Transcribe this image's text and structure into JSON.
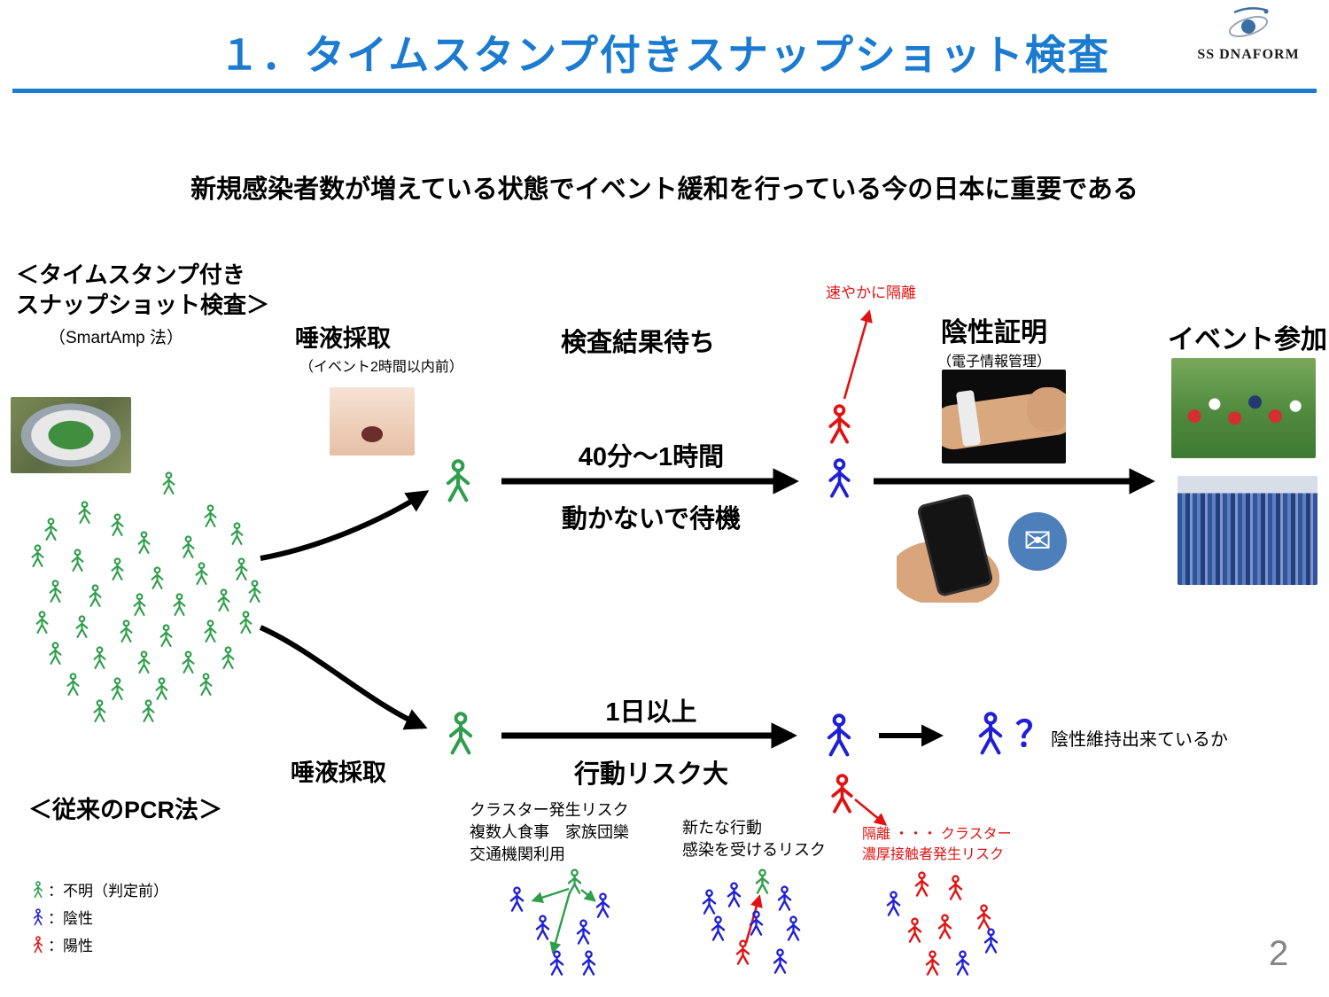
{
  "header": {
    "title": "１．タイムスタンプ付きスナップショット検査",
    "logo_text": "SS DNAFORM"
  },
  "headline": "新規感染者数が増えている状態でイベント緩和を行っている今の日本に重要である",
  "smartamp": {
    "title_line1": "＜タイムスタンプ付き",
    "title_line2": "スナップショット検査＞",
    "subtitle": "（SmartAmp 法）"
  },
  "pcr": {
    "title": "＜従来のPCR法＞"
  },
  "top_flow": {
    "saliva_label": "唾液採取",
    "saliva_note": "（イベント2時間以内前）",
    "result_wait_label": "検査結果待ち",
    "wait_time": "40分～1時間",
    "wait_action": "動かないで待機",
    "isolate_label": "速やかに隔離",
    "negative_cert_label": "陰性証明",
    "negative_cert_note": "（電子情報管理）",
    "event_label": "イベント参加"
  },
  "bottom_flow": {
    "saliva_label": "唾液採取",
    "duration": "1日以上",
    "risk_label": "行動リスク大",
    "question_mark": "？",
    "maintain_label": "陰性維持出来ているか",
    "isolate_note": "隔離 ・・・ クラスター\n濃厚接触者発生リスク",
    "cluster_risk_note": "クラスター発生リスク\n複数人食事　家族団欒\n交通機関利用",
    "new_action_note": "新たな行動\n感染を受けるリスク"
  },
  "legend": {
    "items": [
      {
        "color": "green",
        "label": "：不明（判定前）"
      },
      {
        "color": "blue",
        "label": "：陰性"
      },
      {
        "color": "red",
        "label": "：陽性"
      }
    ]
  },
  "page_number": "2",
  "colors": {
    "accent_blue": "#1a7bd0",
    "green": "#2f9e4c",
    "blue": "#1f1fd6",
    "red": "#e01212"
  },
  "figures": {
    "groups": [
      {
        "name": "crowd",
        "color": "green",
        "size": 27,
        "points": [
          [
            190,
            545
          ],
          [
            95,
            578
          ],
          [
            132,
            592
          ],
          [
            57,
            597
          ],
          [
            237,
            582
          ],
          [
            162,
            612
          ],
          [
            212,
            617
          ],
          [
            267,
            602
          ],
          [
            42,
            627
          ],
          [
            87,
            632
          ],
          [
            132,
            642
          ],
          [
            177,
            652
          ],
          [
            227,
            647
          ],
          [
            272,
            642
          ],
          [
            62,
            667
          ],
          [
            107,
            672
          ],
          [
            157,
            682
          ],
          [
            202,
            682
          ],
          [
            252,
            677
          ],
          [
            287,
            667
          ],
          [
            47,
            702
          ],
          [
            92,
            707
          ],
          [
            142,
            712
          ],
          [
            187,
            717
          ],
          [
            237,
            712
          ],
          [
            277,
            702
          ],
          [
            62,
            737
          ],
          [
            112,
            742
          ],
          [
            162,
            747
          ],
          [
            212,
            747
          ],
          [
            257,
            742
          ],
          [
            82,
            772
          ],
          [
            132,
            777
          ],
          [
            182,
            777
          ],
          [
            232,
            772
          ],
          [
            112,
            802
          ],
          [
            167,
            802
          ]
        ]
      },
      {
        "name": "sampled-top",
        "color": "green",
        "size": 50,
        "points": [
          [
            517,
            543
          ]
        ]
      },
      {
        "name": "positive-top",
        "color": "red",
        "size": 46,
        "points": [
          [
            947,
            479
          ]
        ]
      },
      {
        "name": "negative-top",
        "color": "blue",
        "size": 46,
        "points": [
          [
            947,
            540
          ]
        ]
      },
      {
        "name": "sampled-bottom",
        "color": "green",
        "size": 50,
        "points": [
          [
            520,
            828
          ]
        ]
      },
      {
        "name": "negative-bottom",
        "color": "blue",
        "size": 50,
        "points": [
          [
            947,
            830
          ]
        ]
      },
      {
        "name": "negative-question",
        "color": "blue",
        "size": 50,
        "points": [
          [
            1118,
            828
          ]
        ]
      },
      {
        "name": "positive-bottom",
        "color": "red",
        "size": 46,
        "points": [
          [
            950,
            896
          ]
        ]
      },
      {
        "name": "cluster1-blue",
        "color": "blue",
        "size": 30,
        "points": [
          [
            583,
            1015
          ],
          [
            680,
            1022
          ],
          [
            612,
            1047
          ],
          [
            658,
            1052
          ],
          [
            628,
            1087
          ],
          [
            664,
            1087
          ]
        ]
      },
      {
        "name": "cluster1-green",
        "color": "green",
        "size": 30,
        "points": [
          [
            648,
            995
          ]
        ]
      },
      {
        "name": "cluster2-blue",
        "color": "blue",
        "size": 30,
        "points": [
          [
            800,
            1018
          ],
          [
            828,
            1010
          ],
          [
            885,
            1014
          ],
          [
            810,
            1048
          ],
          [
            853,
            1042
          ],
          [
            895,
            1048
          ],
          [
            880,
            1085
          ]
        ]
      },
      {
        "name": "cluster2-green",
        "color": "green",
        "size": 30,
        "points": [
          [
            860,
            995
          ]
        ]
      },
      {
        "name": "cluster2-red",
        "color": "red",
        "size": 30,
        "points": [
          [
            838,
            1075
          ]
        ]
      },
      {
        "name": "cluster3-red",
        "color": "red",
        "size": 30,
        "points": [
          [
            1040,
            998
          ],
          [
            1078,
            1002
          ],
          [
            1032,
            1050
          ],
          [
            1066,
            1046
          ],
          [
            1110,
            1035
          ],
          [
            1052,
            1087
          ]
        ]
      },
      {
        "name": "cluster3-blue",
        "color": "blue",
        "size": 30,
        "points": [
          [
            1008,
            1020
          ],
          [
            1118,
            1062
          ],
          [
            1086,
            1087
          ]
        ]
      }
    ]
  }
}
